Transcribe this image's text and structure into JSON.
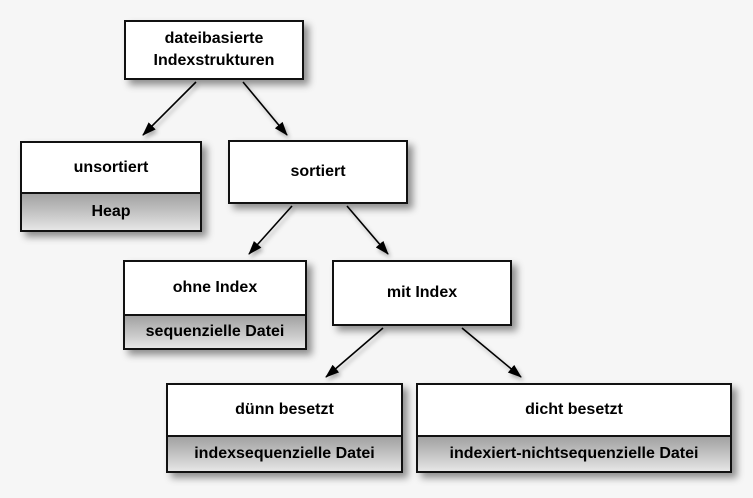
{
  "diagram": {
    "title": "dateibasierte Indexstrukturen",
    "type": "tree",
    "nodes": [
      {
        "id": "root",
        "label": "dateibasierte Indexstrukturen",
        "sublabel": null
      },
      {
        "id": "unsortiert",
        "label": "unsortiert",
        "sublabel": "Heap"
      },
      {
        "id": "sortiert",
        "label": "sortiert",
        "sublabel": null
      },
      {
        "id": "ohne-index",
        "label": "ohne Index",
        "sublabel": "sequenzielle Datei"
      },
      {
        "id": "mit-index",
        "label": "mit Index",
        "sublabel": null
      },
      {
        "id": "duenn-besetzt",
        "label": "dünn besetzt",
        "sublabel": "indexsequenzielle Datei"
      },
      {
        "id": "dicht-besetzt",
        "label": "dicht besetzt",
        "sublabel": "indexiert-nichtsequenzielle Datei"
      }
    ],
    "edges": [
      {
        "from": "dateibasierte Indexstrukturen",
        "to": "unsortiert"
      },
      {
        "from": "dateibasierte Indexstrukturen",
        "to": "sortiert"
      },
      {
        "from": "sortiert",
        "to": "ohne Index"
      },
      {
        "from": "sortiert",
        "to": "mit Index"
      },
      {
        "from": "mit Index",
        "to": "dünn besetzt"
      },
      {
        "from": "mit Index",
        "to": "dicht besetzt"
      }
    ],
    "colors": {
      "background": "#f6f6f6",
      "node_fill": "#ffffff",
      "node_border": "#111111",
      "sublabel_gradient_top": "#a2a2a2",
      "sublabel_gradient_bottom": "#e6e6e6",
      "arrow": "#000000",
      "text": "#000000"
    }
  }
}
